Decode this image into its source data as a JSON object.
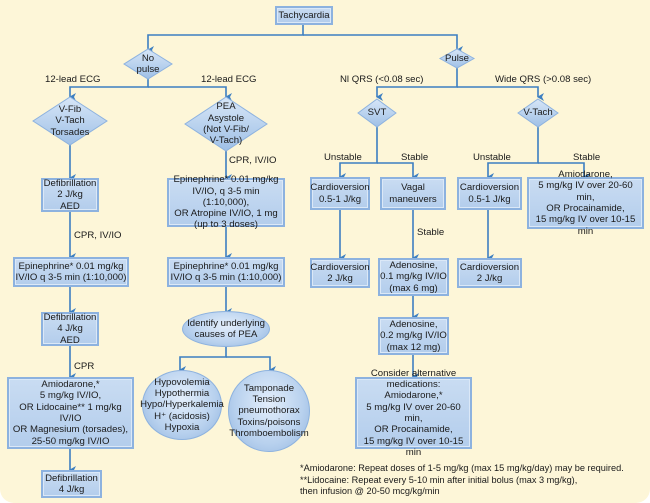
{
  "title": "Tachycardia",
  "colors": {
    "background": "#fdf6d8",
    "box_fill": "#b8d1ee",
    "box_border": "#8db2df",
    "connector": "#3d7fc1"
  },
  "decisions": {
    "no_pulse": "No\npulse",
    "pulse": "Pulse",
    "vfib": "V-Fib\nV-Tach\nTorsades",
    "pea": "PEA\nAsystole\n(Not V-Fib/\nV-Tach)",
    "svt": "SVT",
    "vtach": "V-Tach"
  },
  "labels": {
    "ecg_left": "12-lead ECG",
    "ecg_right": "12-lead ECG",
    "narrow_qrs": "Nl QRS (<0.08 sec)",
    "wide_qrs": "Wide QRS (>0.08 sec)",
    "cpr_ivio_pea": "CPR, IV/IO",
    "cpr_ivio_vf": "CPR, IV/IO",
    "cpr_vf": "CPR",
    "svt_unstable": "Unstable",
    "svt_stable": "Stable",
    "vt_unstable": "Unstable",
    "vt_stable": "Stable",
    "vagal_stable": "Stable"
  },
  "boxes": {
    "vf_defib1": "Defibrillation\n2 J/kg\nAED",
    "vf_epi": "Epinephrine* 0.01 mg/kg\nIV/IO q 3-5 min (1:10,000)",
    "vf_defib2": "Defibrillation\n4 J/kg\nAED",
    "vf_amio": "Amiodarone,*\n5 mg/kg IV/IO,\nOR Lidocaine** 1 mg/kg IV/IO\nOR Magnesium (torsades),\n25-50 mg/kg IV/IO",
    "vf_defib3": "Defibrillation\n4 J/kg",
    "pea_epi1": "Epinephrine* 0.01 mg/kg\nIV/IO, q 3-5 min (1:10,000),\nOR Atropine IV/IO, 1 mg\n(up to 3 doses)",
    "pea_epi2": "Epinephrine* 0.01 mg/kg\nIV/IO q 3-5 min (1:10,000)",
    "svt_cardio1": "Cardioversion\n0.5-1 J/kg",
    "svt_vagal": "Vagal\nmaneuvers",
    "svt_cardio2": "Cardioversion\n2 J/kg",
    "svt_adeno1": "Adenosine,\n0.1 mg/kg IV/IO\n(max 6 mg)",
    "svt_adeno2": "Adenosine,\n0.2 mg/kg IV/IO\n(max 12 mg)",
    "svt_alt": "Consider alternative\nmedications:\nAmiodarone,*\n5 mg/kg IV over 20-60 min,\nOR Procainamide,\n15 mg/kg IV over 10-15 min",
    "vt_cardio1": "Cardioversion\n0.5-1 J/kg",
    "vt_cardio2": "Cardioversion\n2 J/kg",
    "vt_amio": "Amiodarone,\n5 mg/kg IV over 20-60 min,\nOR Procainamide,\n15 mg/kg IV over 10-15 min"
  },
  "ellipses": {
    "identify": "Identify underlying\ncauses of PEA",
    "causes_h": "Hypovolemia\nHypothermia\nHypo/Hyperkalemia\nH⁺ (acidosis)\nHypoxia",
    "causes_t": "Tamponade\nTension\npneumothorax\nToxins/poisons\nThromboembolism"
  },
  "footnotes": {
    "amiodarone": "*Amiodarone: Repeat doses of 1-5 mg/kg (max 15 mg/kg/day) may be required.",
    "lidocaine": "**Lidocaine: Repeat every 5-10 min after initial bolus (max 3 mg/kg),\n then infusion @ 20-50 mcg/kg/min"
  }
}
